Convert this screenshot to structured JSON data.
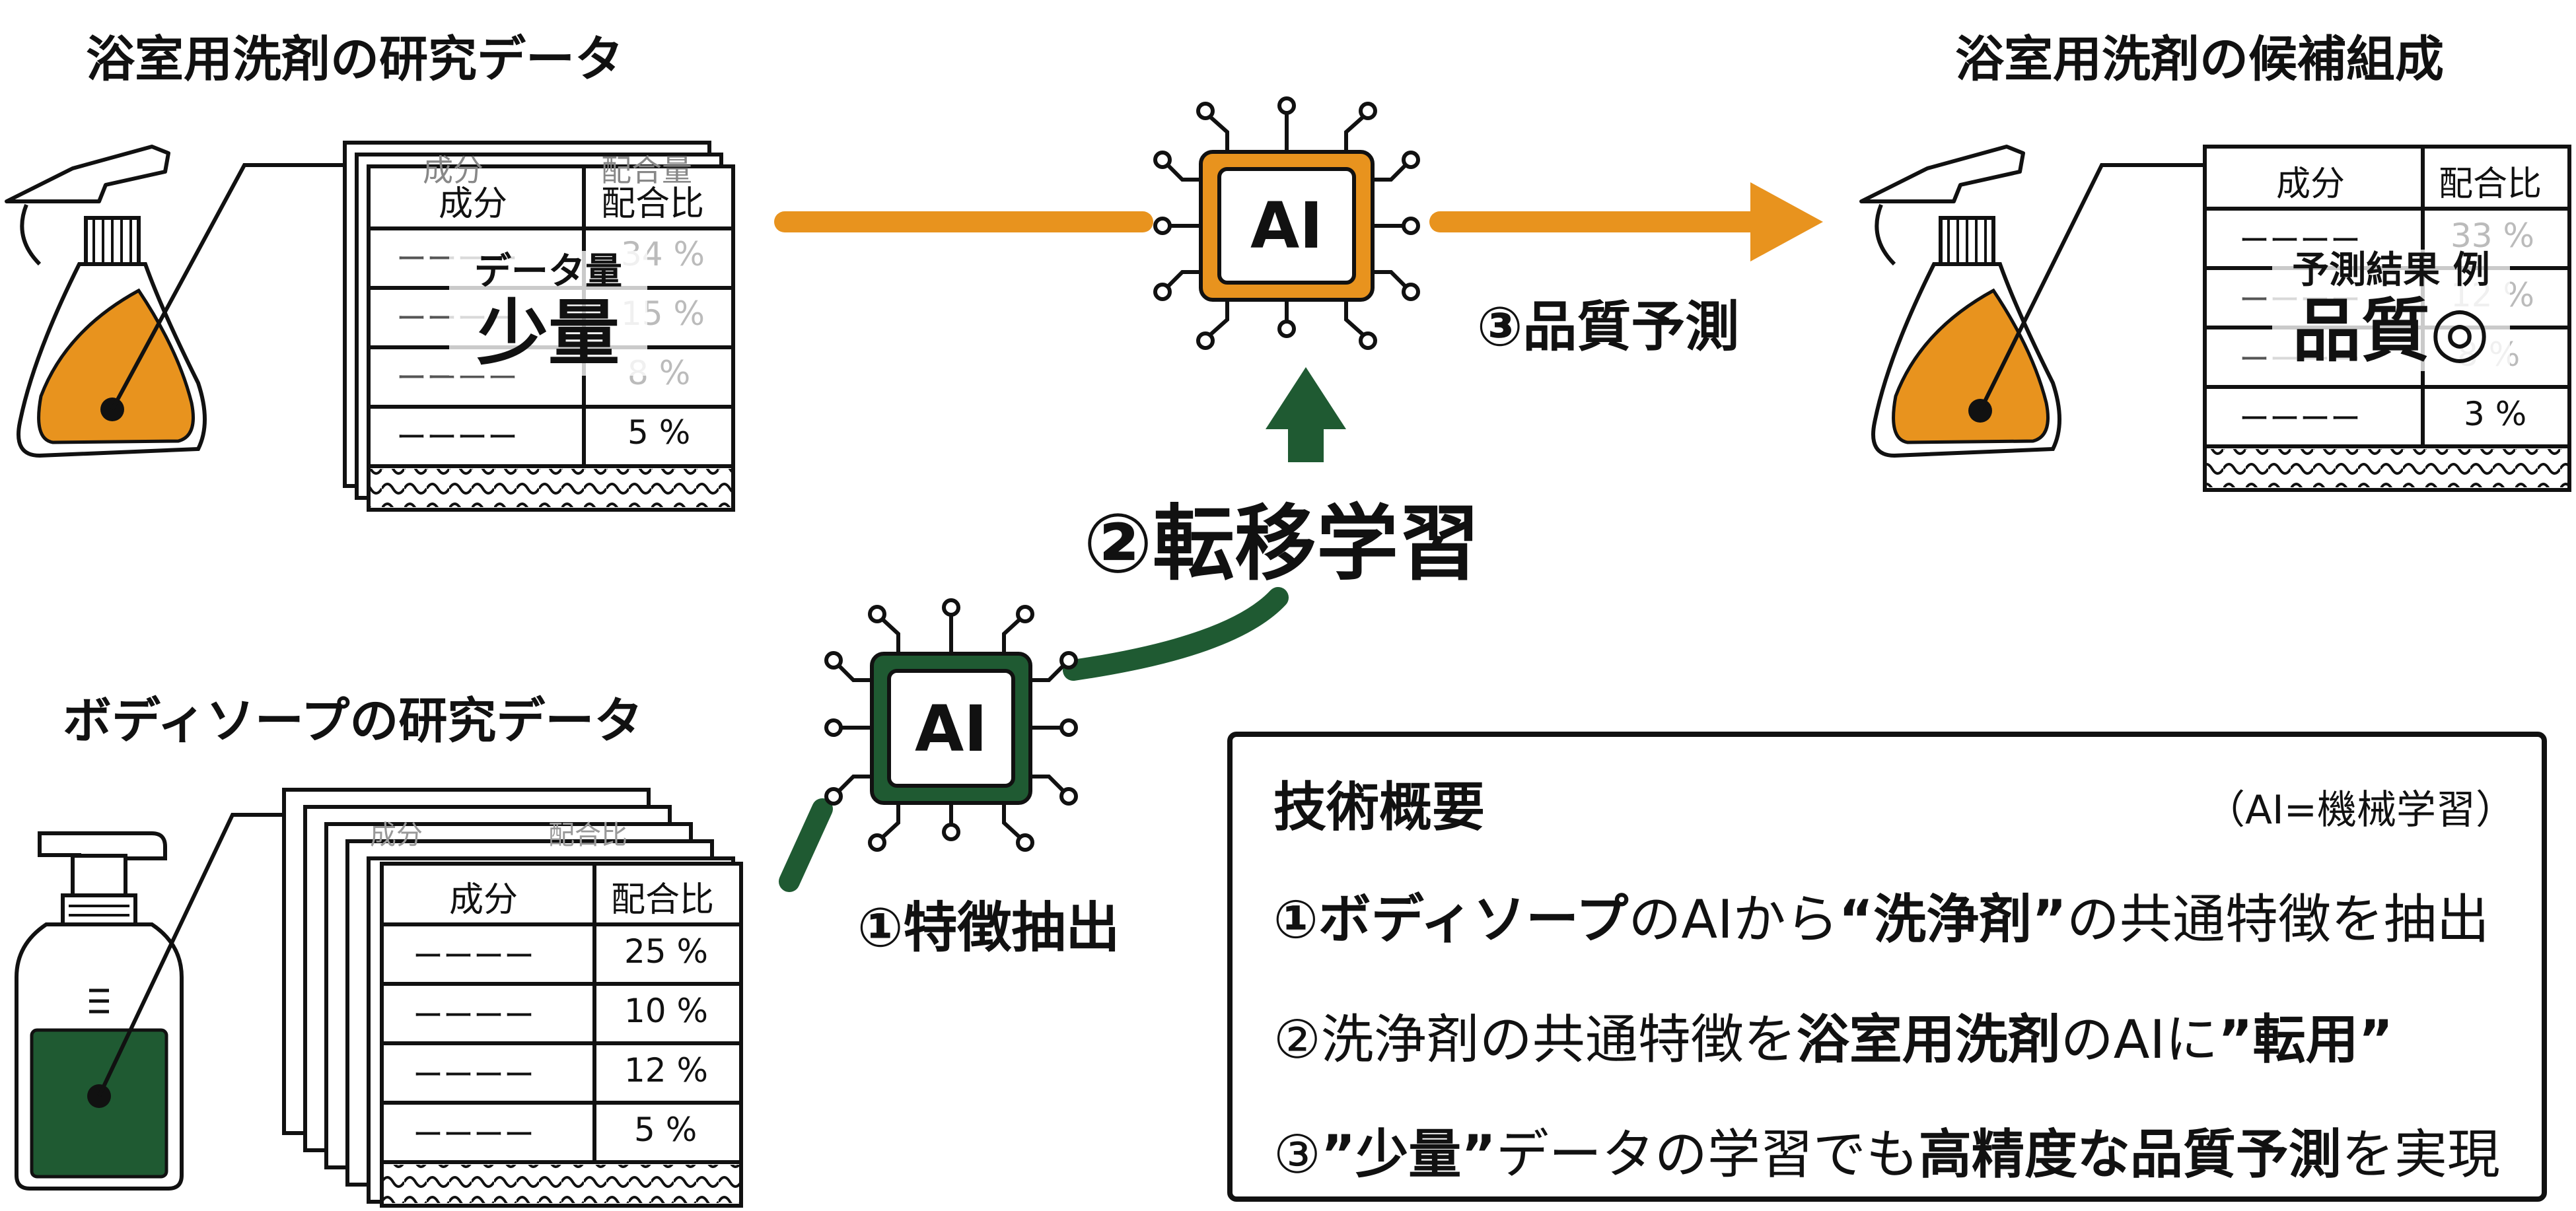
{
  "colors": {
    "orange": "#E8931E",
    "green": "#1F5A32",
    "black": "#111111"
  },
  "left_top": {
    "title": "浴室用洗剤の研究データ",
    "table": {
      "header": [
        "成分",
        "配合比"
      ],
      "back_header": [
        "成分",
        "配合量"
      ],
      "rows": [
        [
          "ーーーー",
          "34 %"
        ],
        [
          "ーーーー",
          "15 %"
        ],
        [
          "ーーーー",
          "8 %"
        ],
        [
          "ーーーー",
          "5 %"
        ]
      ]
    },
    "overlay_small": "データ量",
    "overlay_big": "少量"
  },
  "right_top": {
    "title": "浴室用洗剤の候補組成",
    "table": {
      "header": [
        "成分",
        "配合比"
      ],
      "rows": [
        [
          "ーーーー",
          "33 %"
        ],
        [
          "ーーーー",
          "12 %"
        ],
        [
          "ーーーー",
          "8 %"
        ],
        [
          "ーーーー",
          "3 %"
        ]
      ]
    },
    "overlay_small": "予測結果 例",
    "overlay_big": "品質◎"
  },
  "left_bottom": {
    "title": "ボディソープの研究データ",
    "table": {
      "header": [
        "成分",
        "配合比"
      ],
      "back_header": [
        "成分",
        "配合比"
      ],
      "rows": [
        [
          "ーーーー",
          "25 %"
        ],
        [
          "ーーーー",
          "10 %"
        ],
        [
          "ーーーー",
          "12 %"
        ],
        [
          "ーーーー",
          "5 %"
        ]
      ]
    }
  },
  "chips": {
    "top_label": "AI",
    "bottom_label": "AI"
  },
  "steps": {
    "predict": "③品質予測",
    "transfer": "②転移学習",
    "extract": "①特徴抽出"
  },
  "summary": {
    "title": "技術概要",
    "note": "（AI=機械学習）",
    "line1": {
      "a": "①ボディソープ",
      "b": "のAIから",
      "c": "“洗浄剤”",
      "d": "の共通特徴を抽出"
    },
    "line2": {
      "a": "②洗浄剤の共通特徴を",
      "b": "浴室用洗剤",
      "c": "のAIに",
      "d": "”転用”"
    },
    "line3": {
      "a": "③",
      "b": "”少量”",
      "c": "データの学習でも",
      "d": "高精度な品質予測",
      "e": "を実現"
    }
  }
}
